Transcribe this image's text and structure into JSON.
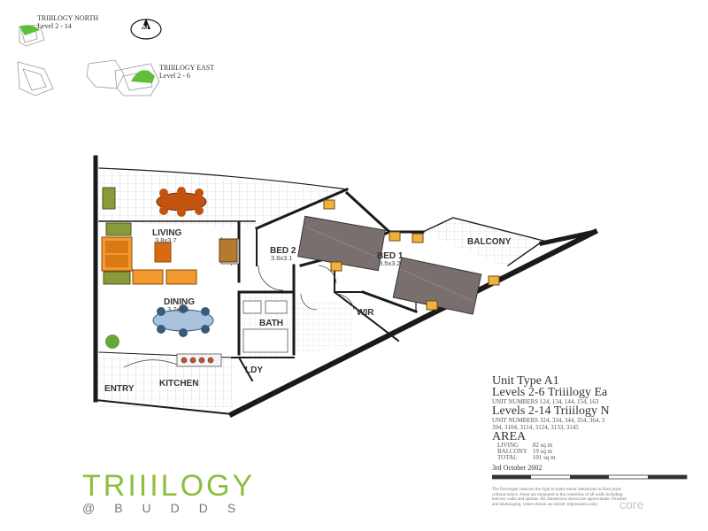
{
  "key_plan": {
    "north_label": "TRIIILOGY NORTH",
    "north_levels": "Level 2 - 14",
    "east_label": "TRIIILOGY EAST",
    "east_levels": "Level 2 - 6",
    "compass_letter": "N"
  },
  "rooms": {
    "living": {
      "name": "LIVING",
      "dims": "3.8x3.7"
    },
    "dining": {
      "name": "DINING",
      "dims": "3.7x3.6"
    },
    "bed2": {
      "name": "BED 2",
      "dims": "3.6x3.1"
    },
    "bed1": {
      "name": "BED 1",
      "dims": "3.5x3.2"
    },
    "balcony": {
      "name": "BALCONY"
    },
    "wir": {
      "name": "WIR"
    },
    "bath": {
      "name": "BATH"
    },
    "laundry": {
      "name": "LDY"
    },
    "kitchen": {
      "name": "KITCHEN"
    },
    "entry": {
      "name": "ENTRY"
    }
  },
  "unit_info": {
    "unit_type": "Unit Type A1",
    "levels_east": "Levels 2-6 Triiilogy Ea",
    "unit_numbers_east": "UNIT NUMBERS 124, 134, 144, 154, 163",
    "levels_north": "Levels 2-14 Triiilogy N",
    "unit_numbers_north_1": "UNIT NUMBERS 324, 334, 344, 354, 364, 3",
    "unit_numbers_north_2": "394, 3104, 3114, 3124, 3133, 3145",
    "area_heading": "AREA",
    "area_rows": [
      {
        "label": "LIVING",
        "value": "82 sq m"
      },
      {
        "label": "BALCONY",
        "value": "19 sq m"
      },
      {
        "label": "TOTAL",
        "value": "101 sq m"
      }
    ],
    "date": "3rd October 2002",
    "disclaimer": "The Developer reserves the right to make minor alterations in floor plans without notice. Areas are measured to the centreline of all walls including balcony walls and options. All dimensions shown are approximate. Finishes and landscaping, where shown are artistic impressions only."
  },
  "logo": {
    "main": "TRIIILOGY",
    "sub": "@BUDDS"
  },
  "watermark": "core"
}
